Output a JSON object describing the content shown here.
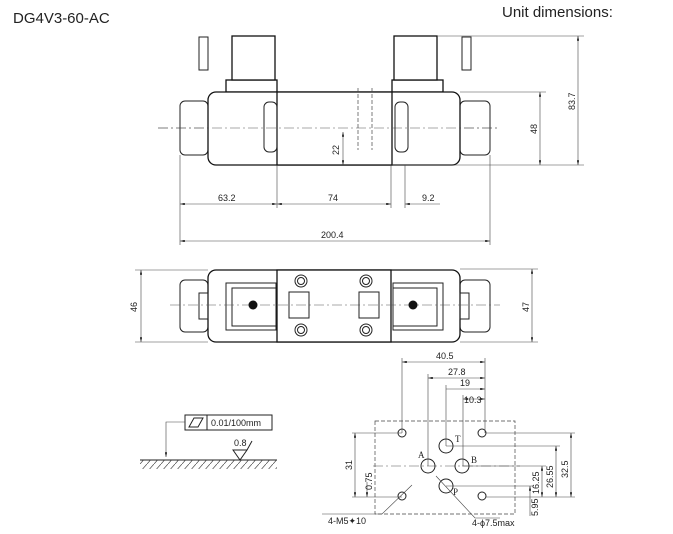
{
  "title": "DG4V3-60-AC",
  "unit_label": "Unit dimensions:",
  "front_view": {
    "d_63_2": "63.2",
    "d_74": "74",
    "d_9_2": "9.2",
    "d_200_4": "200.4",
    "d_22": "22",
    "d_48": "48",
    "d_83_7": "83.7"
  },
  "top_view": {
    "d_46": "46",
    "d_47": "47"
  },
  "flatness": {
    "tolerance": "0.01/100mm",
    "roughness": "0.8"
  },
  "mounting": {
    "d_40_5": "40.5",
    "d_27_8": "27.8",
    "d_19": "19",
    "d_10_3": "10.3",
    "d_31": "31",
    "d_0_75": "0.75",
    "d_16_25": "16.25",
    "d_26_55": "26.55",
    "d_32_5": "32.5",
    "d_5_95": "5.95",
    "port_t": "T",
    "port_a": "A",
    "port_b": "B",
    "port_p": "P",
    "screws": "4-M5✦10",
    "ports": "4-ϕ7.5max"
  }
}
